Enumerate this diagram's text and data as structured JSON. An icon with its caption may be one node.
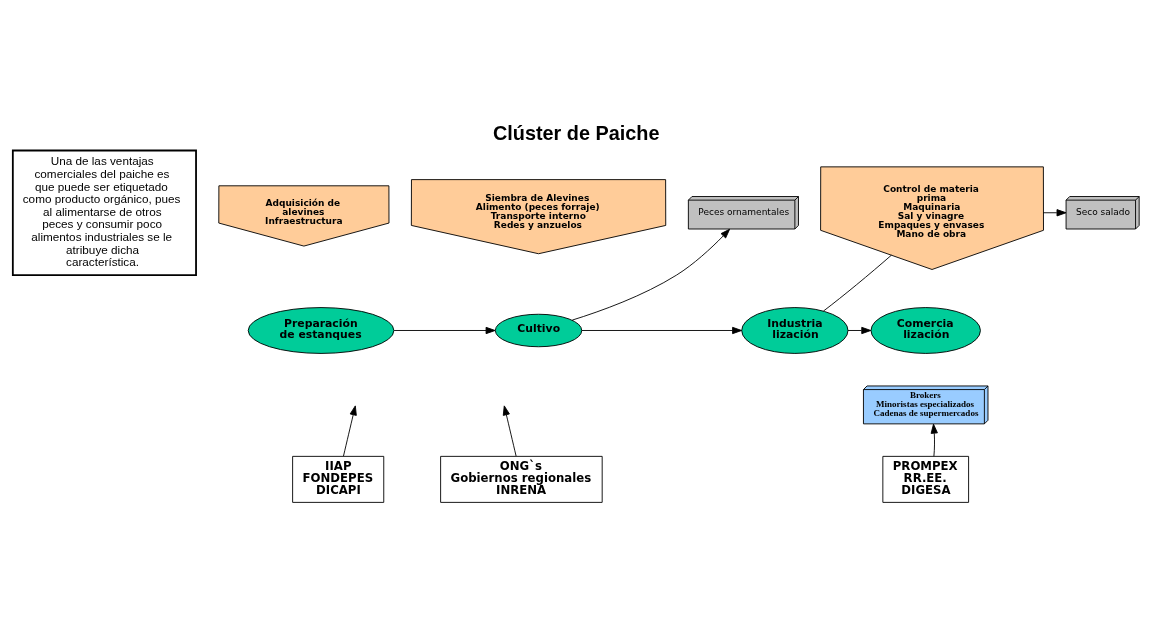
{
  "diagram": {
    "title": "Clúster de Paiche",
    "nodes": [
      {
        "text": [
          "Una de las ventajas comerciales del paiche es que puede ser etiquetado como producto orgánico, pues al alimentarse de otros peces y consumir poco alimentos industriales se le atribuye dicha característica."
        ]
      },
      {
        "text": [
          "Adquisición de alevines",
          "Infraestructura"
        ]
      },
      {
        "text": [
          "Siembra de Alevines",
          "Alimento (peces forraje)",
          "Transporte interno",
          "Redes y anzuelos"
        ]
      },
      {
        "text": [
          "Control de materia prima",
          "Maquinaria",
          "Sal y vinagre",
          "Empaques y envases",
          "Mano de obra"
        ]
      },
      {
        "text": [
          "Seco salado"
        ]
      },
      {
        "text": [
          "Peces ornamentales"
        ]
      },
      {
        "text": [
          "Preparación de estanques"
        ]
      },
      {
        "text": [
          "Cultivo"
        ]
      },
      {
        "text": [
          "Industria lización"
        ]
      },
      {
        "text": [
          "Comercia lización"
        ]
      },
      {
        "text": [
          "Brokers",
          "Minoristas especializados",
          "Cadenas de supermercados"
        ]
      },
      {
        "text": [
          "IIAP",
          "FONDEPES",
          "DICAPI"
        ]
      },
      {
        "text": [
          "ONG`s",
          "Gobiernos regionales",
          "INRENA"
        ]
      },
      {
        "text": [
          "PROMPEX",
          "RR.EE.",
          "DIGESA"
        ]
      }
    ],
    "edges": [
      {
        "from": 6,
        "to": 7,
        "arrow": "to"
      },
      {
        "from": 7,
        "to": 8,
        "arrow": "to"
      },
      {
        "from": 8,
        "to": 9,
        "arrow": "to"
      },
      {
        "from": 3,
        "to": 4,
        "arrow": "to"
      },
      {
        "from": 7,
        "to": 5,
        "arrow": "to"
      },
      {
        "from": 8,
        "to": 3,
        "arrow": "none"
      },
      {
        "from": 11,
        "to": null,
        "arrow": "to"
      },
      {
        "from": 12,
        "to": null,
        "arrow": "to"
      },
      {
        "from": 13,
        "to": 10,
        "arrow": "to"
      }
    ]
  }
}
